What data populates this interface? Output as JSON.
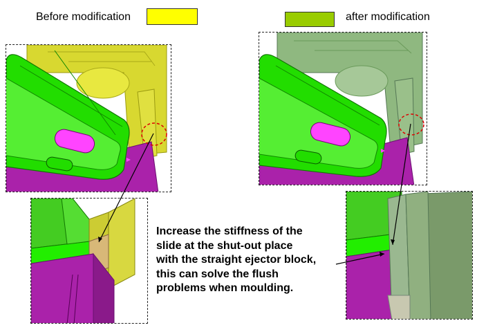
{
  "legend": {
    "before_label": "Before modification",
    "before_color": "#ffff00",
    "after_label": "after modification",
    "after_color": "#99cc00"
  },
  "annotation": {
    "text": "Increase the stiffness of the\nslide at the shut-out place\nwith the straight ejector block,\nthis can solve the flush\nproblems when moulding."
  },
  "colors": {
    "part_green": "#22dd00",
    "slide_magenta": "#aa22aa",
    "hole_pink": "#ff44ff",
    "before_slide": "#d8d830",
    "after_slide": "#8fb880",
    "callout_red": "#dd0000"
  }
}
